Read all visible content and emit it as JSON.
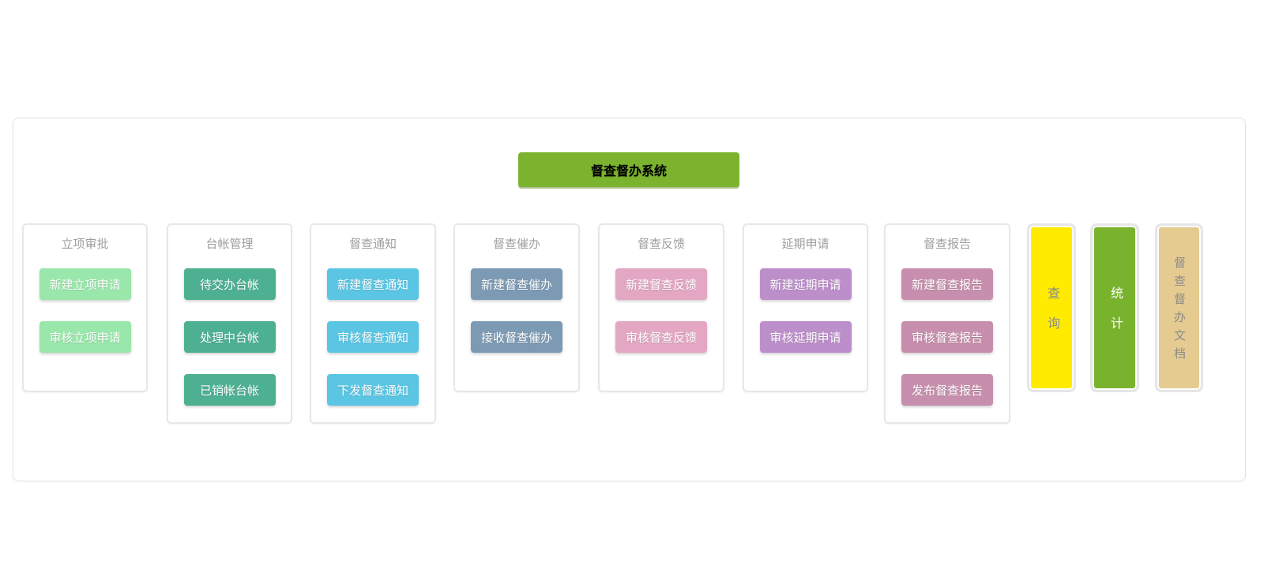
{
  "header": {
    "label": "督查督办系统",
    "bg": "#7cb32e",
    "text_color": "#ffffff"
  },
  "theme": {
    "page_bg": "#ffffff",
    "container_border": "#e3e3e3",
    "panel_border": "#e7e7e7",
    "panel_title_color": "#9e9e9e"
  },
  "columns": [
    {
      "title": "立项审批",
      "button_color": "#99e7ab",
      "buttons": [
        "新建立项申请",
        "审核立项申请"
      ]
    },
    {
      "title": "台帐管理",
      "button_color": "#4db091",
      "buttons": [
        "待交办台帐",
        "处理中台帐",
        "已销帐台帐"
      ]
    },
    {
      "title": "督查通知",
      "button_color": "#5ac6e4",
      "buttons": [
        "新建督查通知",
        "审核督查通知",
        "下发督查通知"
      ]
    },
    {
      "title": "督查催办",
      "button_color": "#7d9ab4",
      "buttons": [
        "新建督查催办",
        "接收督查催办"
      ]
    },
    {
      "title": "督查反馈",
      "button_color": "#e3a7c3",
      "buttons": [
        "新建督查反馈",
        "审核督查反馈"
      ]
    },
    {
      "title": "延期申请",
      "button_color": "#bc8fca",
      "buttons": [
        "新建延期申请",
        "审核延期申请"
      ]
    },
    {
      "title": "督查报告",
      "button_color": "#c78fad",
      "buttons": [
        "新建督查报告",
        "审核督查报告",
        "发布督查报告"
      ]
    }
  ],
  "side_buttons": [
    {
      "label": "查询",
      "bg": "#ffeb00",
      "text_color": "#8b8b8b"
    },
    {
      "label": "统计",
      "bg": "#79b32d",
      "text_color": "#ffffff"
    },
    {
      "label": "督查督办文档",
      "bg": "#e5cb90",
      "text_color": "#8b8b8b"
    }
  ]
}
